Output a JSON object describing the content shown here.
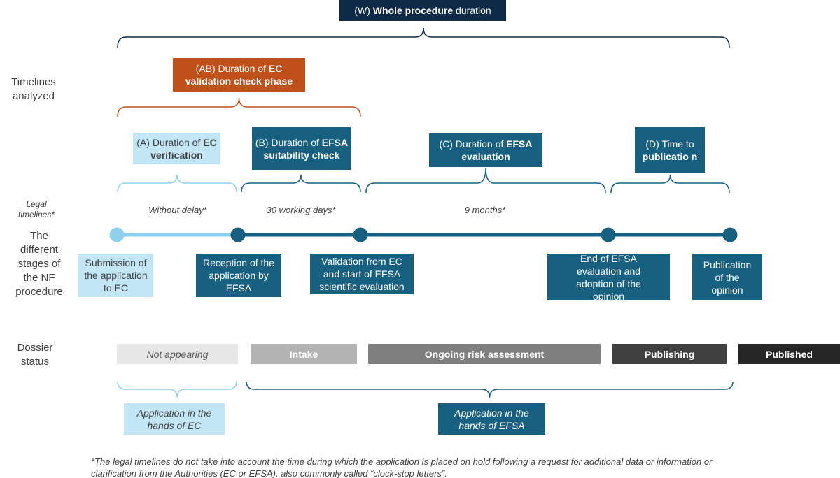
{
  "colors": {
    "navy": "#0f2a47",
    "orange": "#c0501a",
    "teal": "#17607f",
    "light_blue": "#c2e6f6",
    "light_blue_line": "#8fd0ec"
  },
  "row_labels": {
    "timelines": "Timelines analyzed",
    "legal": "Legal timelines*",
    "stages": "The different stages of the NF procedure",
    "dossier": "Dossier status"
  },
  "timelines": {
    "W": {
      "prefix": "(W) ",
      "bold": "Whole procedure",
      "suffix": " duration"
    },
    "AB": {
      "prefix": "(AB) Duration of ",
      "bold": "EC validation check phase"
    },
    "A": {
      "prefix": "(A) Duration of ",
      "bold": "EC verification"
    },
    "B": {
      "prefix": "(B) Duration of ",
      "bold": "EFSA suitability check"
    },
    "C": {
      "prefix": "(C) Duration of ",
      "bold": "EFSA evaluation"
    },
    "D": {
      "prefix": "(D) Time to ",
      "bold": "publicatio n"
    }
  },
  "legal_timelines": [
    "Without delay*",
    "30 working days*",
    "9 months*"
  ],
  "stages": [
    "Submission of the application to EC",
    "Reception of the application by EFSA",
    "Validation from EC and start of EFSA scientific evaluation",
    "End of EFSA evaluation and adoption of the opinion",
    "Publication of the opinion"
  ],
  "dossier_status": [
    {
      "label": "Not appearing",
      "bg": "#e6e6e6",
      "fg": "#595959",
      "italic": true
    },
    {
      "label": "Intake",
      "bg": "#b3b3b3",
      "fg": "#ffffff"
    },
    {
      "label": "Ongoing risk assessment",
      "bg": "#7f7f7f",
      "fg": "#ffffff"
    },
    {
      "label": "Publishing",
      "bg": "#404040",
      "fg": "#ffffff"
    },
    {
      "label": "Published",
      "bg": "#262626",
      "fg": "#ffffff"
    }
  ],
  "hands": {
    "ec": "Application in the hands of EC",
    "efsa": "Application in the hands of EFSA"
  },
  "footnote": "*The legal timelines do not take into account the time during which the application is placed on hold following  a request for additional data or information or clarification from the Authorities (EC or EFSA), also commonly called “clock-stop letters”."
}
